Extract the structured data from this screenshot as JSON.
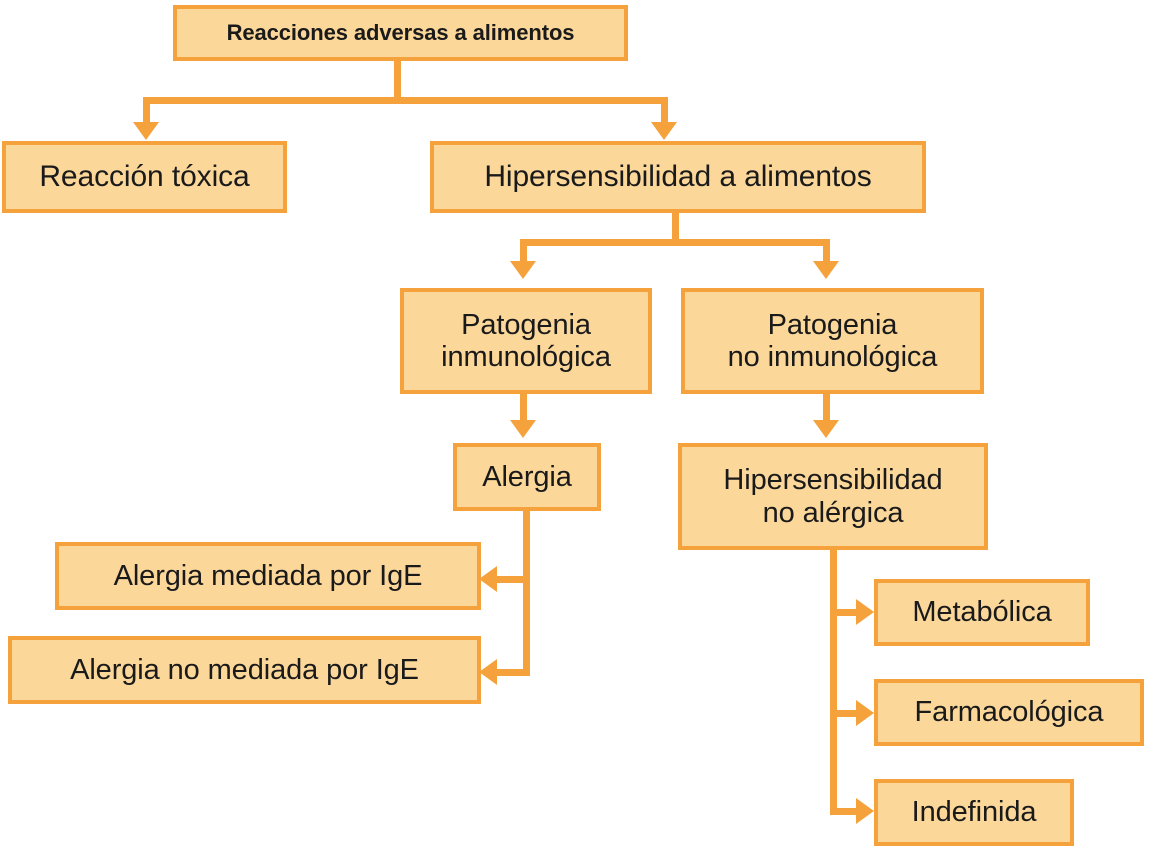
{
  "diagram": {
    "title_node": {
      "label": "Reacciones adversas a alimentos"
    },
    "nodes": [
      {
        "id": "root",
        "label": "Reacciones adversas a alimentos"
      },
      {
        "id": "toxica",
        "label": "Reacción tóxica"
      },
      {
        "id": "hipersens",
        "label": "Hipersensibilidad a alimentos"
      },
      {
        "id": "patog_inm",
        "label": "Patogenia\ninmunológica"
      },
      {
        "id": "patog_noinm",
        "label": "Patogenia\nno inmunológica"
      },
      {
        "id": "alergia",
        "label": "Alergia"
      },
      {
        "id": "hs_noalerg",
        "label": "Hipersensibilidad\nno alérgica"
      },
      {
        "id": "ige_si",
        "label": "Alergia mediada por IgE"
      },
      {
        "id": "ige_no",
        "label": "Alergia no mediada por IgE"
      },
      {
        "id": "metabolica",
        "label": "Metabólica"
      },
      {
        "id": "farmaco",
        "label": "Farmacológica"
      },
      {
        "id": "indefinida",
        "label": "Indefinida"
      }
    ],
    "edges": [
      {
        "from": "root",
        "to": "toxica"
      },
      {
        "from": "root",
        "to": "hipersens"
      },
      {
        "from": "hipersens",
        "to": "patog_inm"
      },
      {
        "from": "hipersens",
        "to": "patog_noinm"
      },
      {
        "from": "patog_inm",
        "to": "alergia"
      },
      {
        "from": "patog_noinm",
        "to": "hs_noalerg"
      },
      {
        "from": "alergia",
        "to": "ige_si"
      },
      {
        "from": "alergia",
        "to": "ige_no"
      },
      {
        "from": "hs_noalerg",
        "to": "metabolica"
      },
      {
        "from": "hs_noalerg",
        "to": "farmaco"
      },
      {
        "from": "hs_noalerg",
        "to": "indefinida"
      }
    ],
    "colors": {
      "box_fill": "#fbd79a",
      "box_border": "#f5a23c",
      "connector": "#f5a23c",
      "text": "#1a1a1a",
      "background": "#ffffff"
    }
  }
}
